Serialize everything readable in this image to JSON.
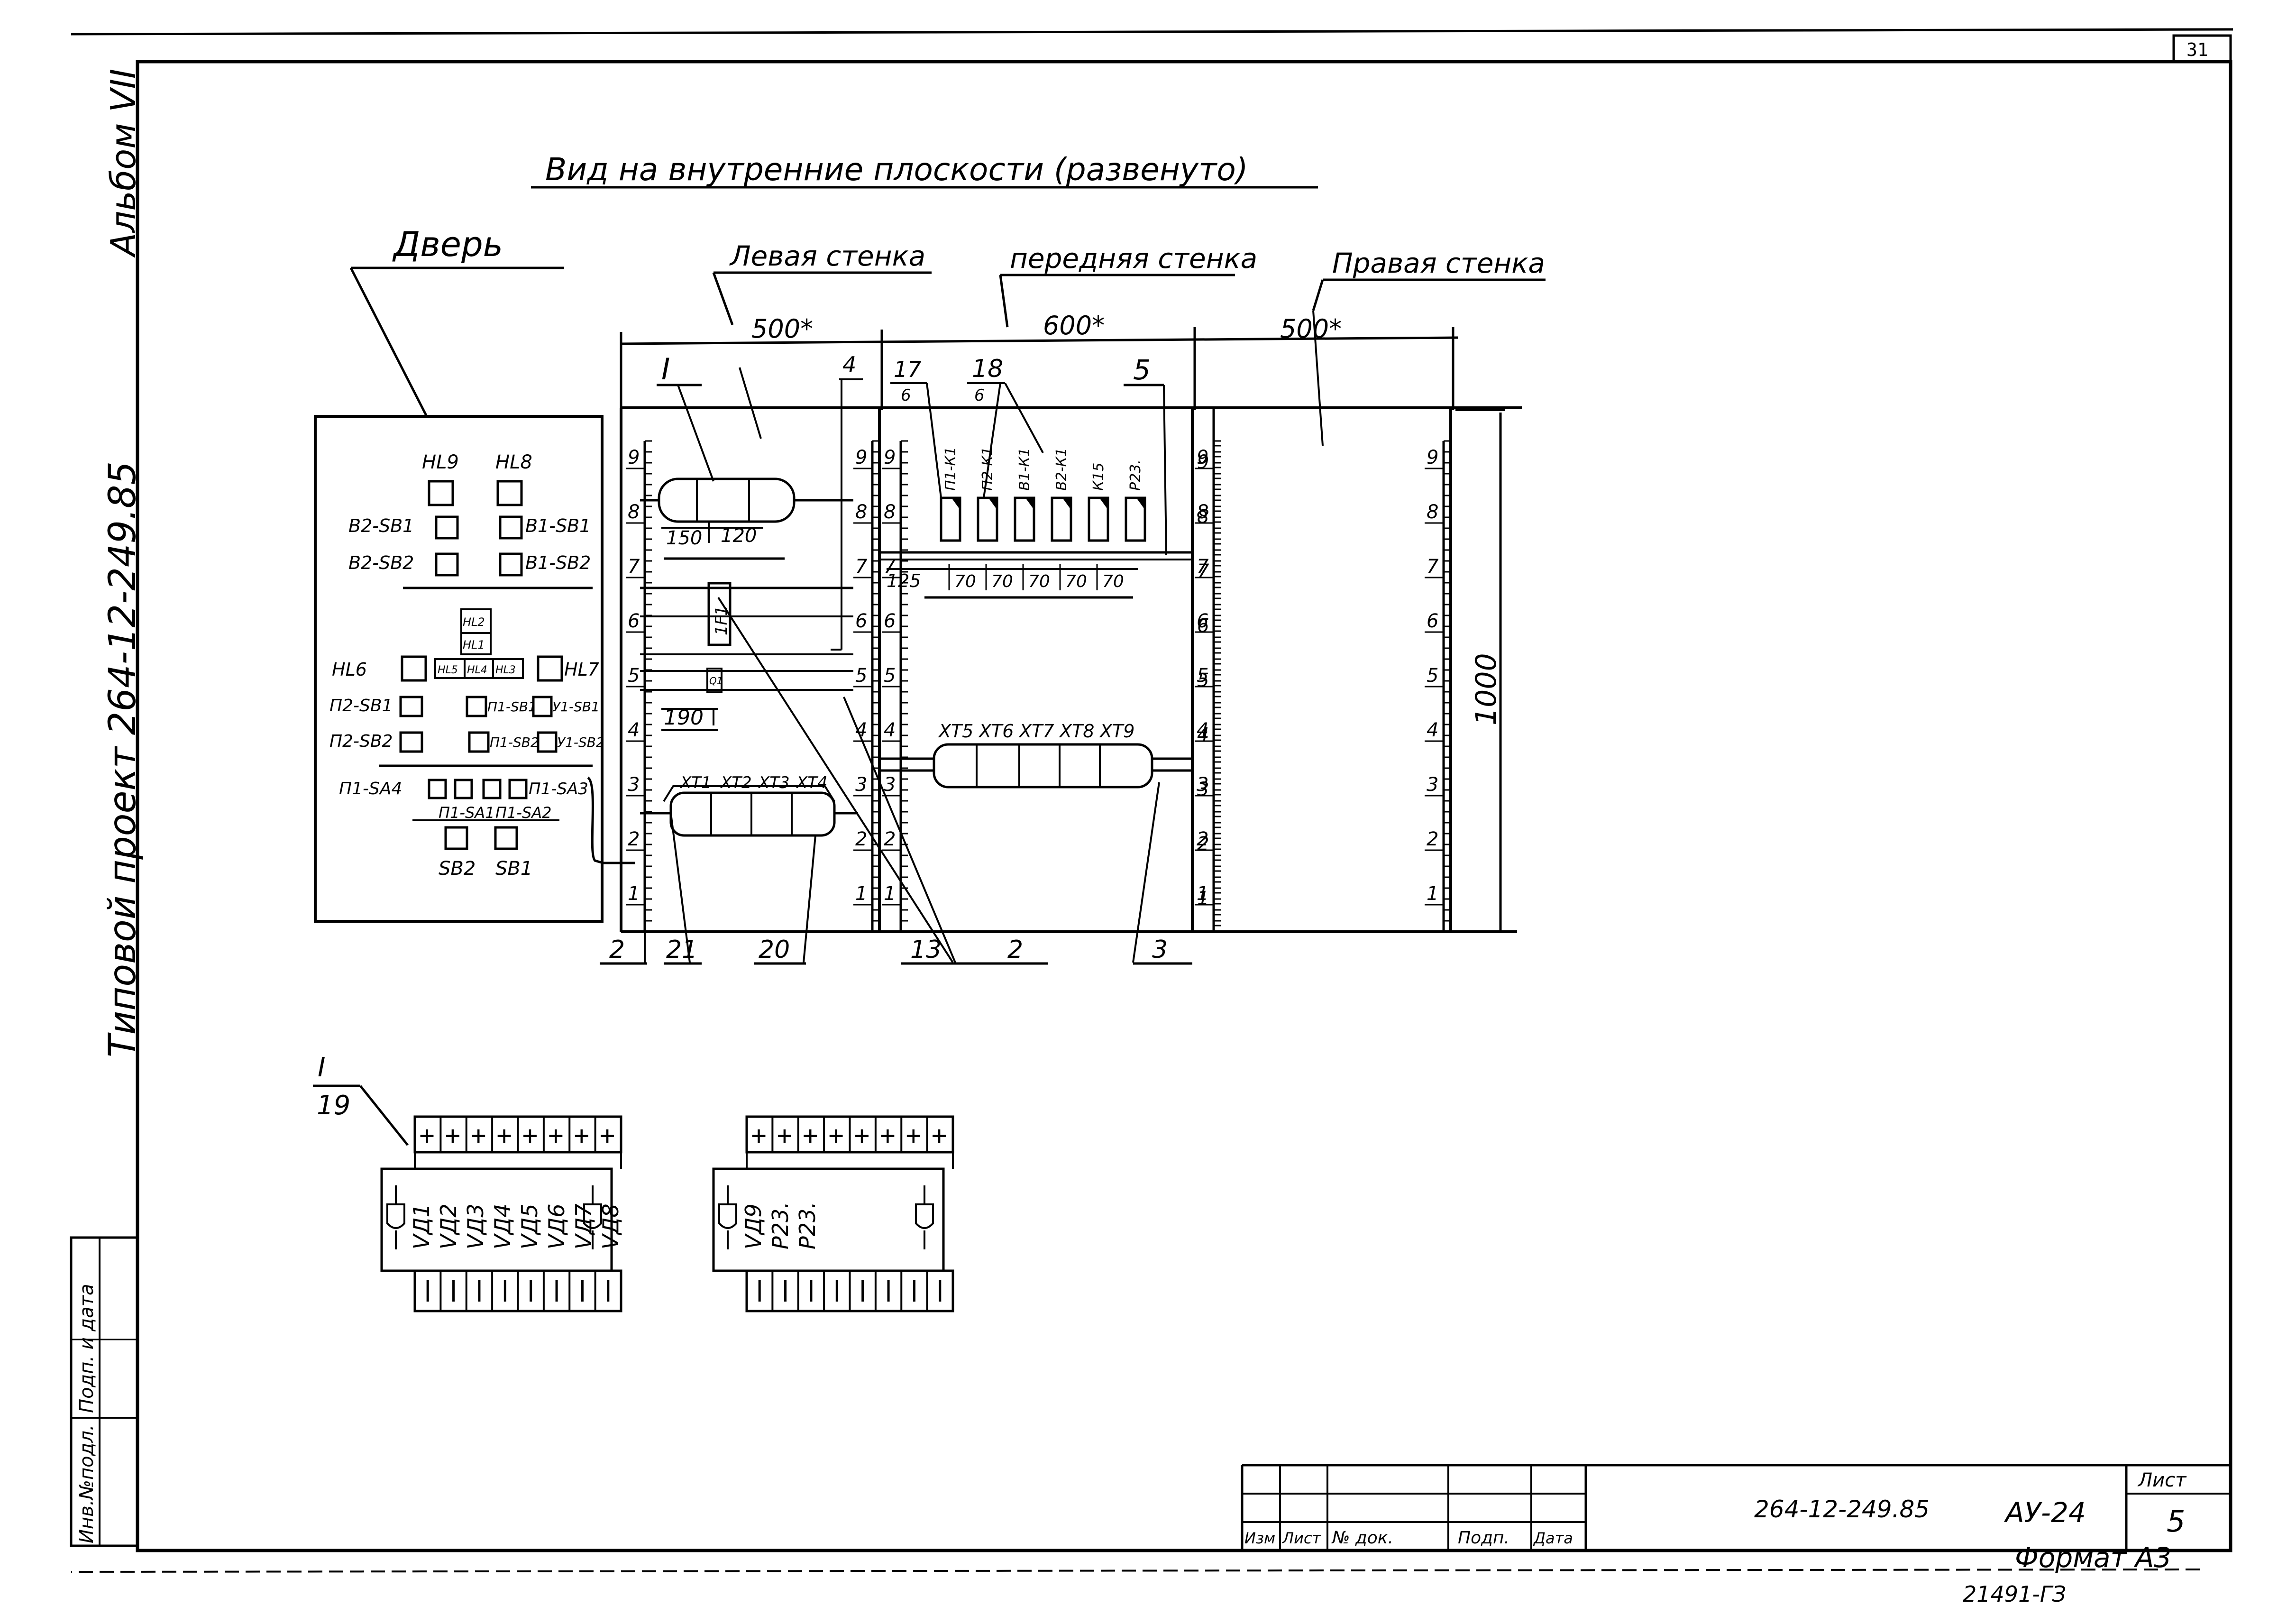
{
  "sheet": {
    "page_number": "31",
    "album_label": "Альбом VII",
    "project_label": "Типовой проект 264-12-249.85",
    "view_title": "Вид на внутренние плоскости (развенуто)",
    "format_label": "Формат А3",
    "stamp_bottom": "21491-ГЗ"
  },
  "sections": {
    "door": "Дверь",
    "left_wall": "Левая стенка",
    "front_wall": "передняя стенка",
    "right_wall": "Правая стенка"
  },
  "dimensions": {
    "left_width": "500*",
    "front_width": "600*",
    "right_width": "500*",
    "height": "1000",
    "d150": "150",
    "d120": "120",
    "d190": "190",
    "d125": "125",
    "d70": "70"
  },
  "rail_scale": [
    "1",
    "2",
    "3",
    "4",
    "5",
    "6",
    "7",
    "8",
    "9"
  ],
  "callouts": {
    "c_I": "I",
    "c_4": "4",
    "c_17": "17",
    "c_17_sub": "6",
    "c_18": "18",
    "c_18_sub": "6",
    "c_5": "5",
    "c_2a": "2",
    "c_21": "21",
    "c_20": "20",
    "c_13": "13",
    "c_2b": "2",
    "c_3": "3",
    "detail_num": "I",
    "detail_sub": "19"
  },
  "door_items": {
    "hl9": "HL9",
    "hl8": "HL8",
    "b2sb1": "В2-SB1",
    "b1sb1": "В1-SB1",
    "b2sb2": "В2-SB2",
    "b1sb2": "В1-SB2",
    "hl2": "HL2",
    "hl1": "HL1",
    "hl6": "HL6",
    "hl5": "HL5",
    "hl4": "HL4",
    "hl3": "HL3",
    "hl7": "HL7",
    "p2sb1": "П2-SB1",
    "p1sb1": "П1-SB1",
    "u1sb1": "У1-SB1",
    "p2sb2": "П2-SB2",
    "p1sb2": "П1-SB2",
    "u1sb2": "У1-SB2",
    "p1sa4": "П1-SA4",
    "p1sa3": "П1-SA3",
    "p1sa1": "П1-SA1",
    "p1sa2": "П1-SA2",
    "sb2": "SB2",
    "sb1": "SB1"
  },
  "left_wall": {
    "f1": "1F1",
    "q1": "Q1",
    "terminals": [
      "XT1",
      "XT2",
      "XT3",
      "XT4"
    ]
  },
  "front_wall": {
    "relays": [
      "П1-К1",
      "П2-К1",
      "В1-К1",
      "В2-К1",
      "К15",
      "Р23."
    ],
    "terminals": [
      "XT5",
      "XT6",
      "XT7",
      "XT8",
      "XT9"
    ]
  },
  "detail_blocks": {
    "left": [
      "VД1",
      "VД2",
      "VД3",
      "VД4",
      "VД5",
      "VД6",
      "VД7",
      "VД8"
    ],
    "right": [
      "VД9",
      "Р23.",
      "Р23."
    ]
  },
  "side_stamp": {
    "inv": "Инв.№подл.",
    "sign": "Подп. и дата"
  },
  "title_block": {
    "h_izm": "Изм",
    "h_list": "Лист",
    "h_doc": "№ док.",
    "h_sign": "Подп.",
    "h_date": "Дата",
    "doc_code": "264-12-249.85",
    "drawing_code": "АУ-24",
    "sheet_label": "Лист",
    "sheet_num": "5"
  }
}
